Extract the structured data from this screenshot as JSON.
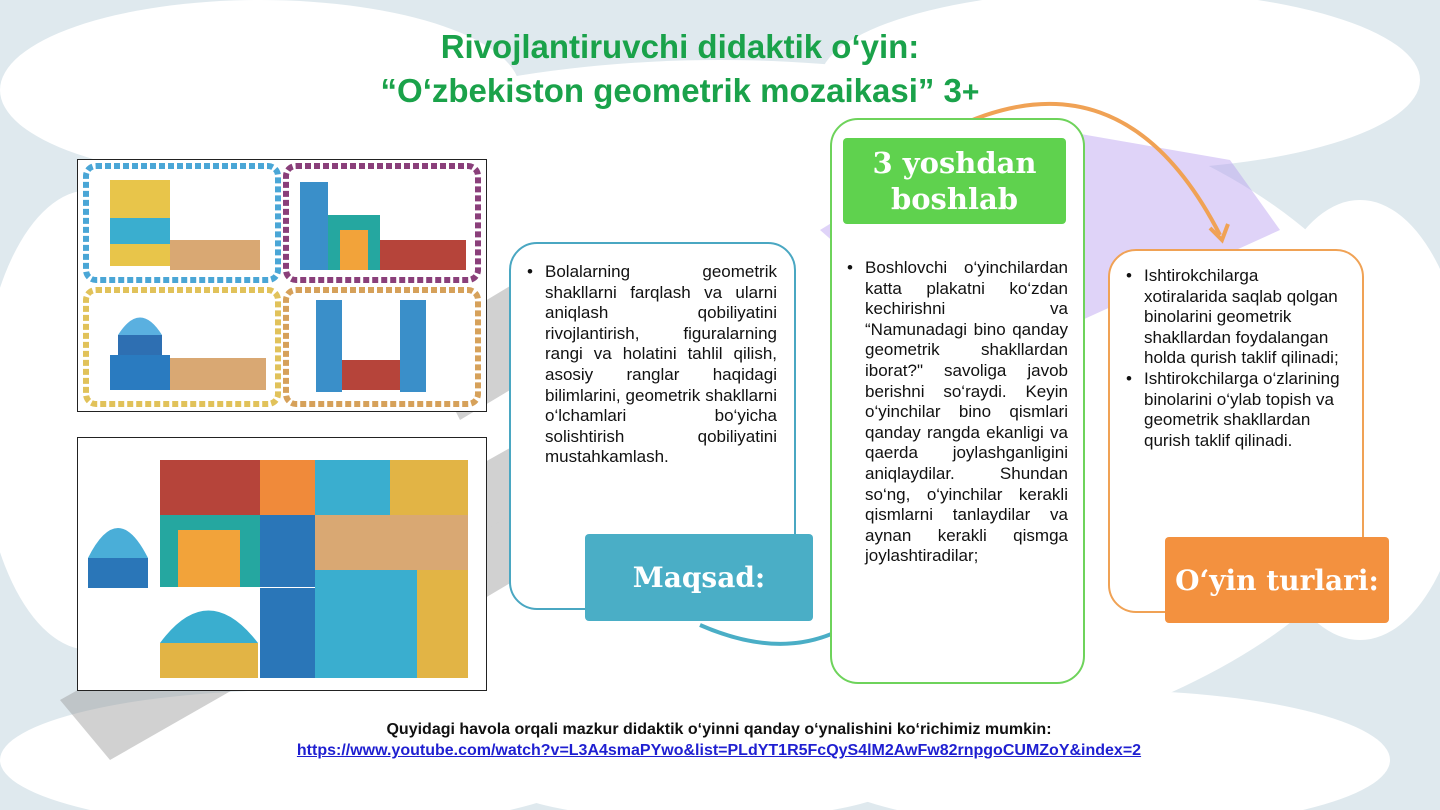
{
  "title": {
    "line1": "Rivojlantiruvchi  didaktik o‘yin:",
    "line2": "“O‘zbekiston geometrik mozaikasi” 3",
    "plus": "+"
  },
  "goal_card": {
    "items": [
      "Bolalarning geometrik shakllarni farqlash va ularni aniqlash qobiliyatini rivojlantirish, figuralarning rangi va holatini tahlil qilish, asosiy ranglar haqidagi bilimlarini, geometrik shakllarni o‘lchamlari bo‘yicha solishtirish qobiliyatini mustahkamlash."
    ],
    "label": "Maqsad:"
  },
  "desc_card": {
    "label_line1": "3 yoshdan",
    "label_line2": "boshlab",
    "items": [
      "Boshlovchi o‘yinchilardan katta plakatni ko‘zdan kechirishni va “Namunadagi bino qanday geometrik shakllardan iborat?\" savoliga javob berishni so‘raydi. Keyin o‘yinchilar bino qismlari qanday rangda ekanligi va qaerda joylashganligini aniqlaydilar. Shundan so‘ng, o‘yinchilar kerakli qismlarni tanlaydilar va aynan kerakli qismga joylashtiradilar;"
    ]
  },
  "types_card": {
    "items": [
      "Ishtirokchilarga xotiralarida saqlab qolgan binolarini geometrik shakllardan foydalangan holda qurish taklif qilinadi;",
      "Ishtirokchilarga o‘zlarining binolarini o‘ylab topish va geometrik shakllardan qurish taklif qilinadi."
    ],
    "label": "O‘yin turlari:"
  },
  "footer": {
    "text": "Quyidagi havola orqali mazkur didaktik o‘yinni qanday o‘ynalishini ko‘richimiz mumkin:",
    "link": "https://www.youtube.com/watch?v=L3A4smaPYwo&list=PLdYT1R5FcQyS4lM2AwFw82rnpgoCUMZoY&index=2"
  },
  "colors": {
    "title_green": "#1aa24a",
    "goal_blue": "#4aaec6",
    "age_green": "#5fd24e",
    "types_orange": "#f3913f",
    "link_blue": "#1f1fd1"
  }
}
